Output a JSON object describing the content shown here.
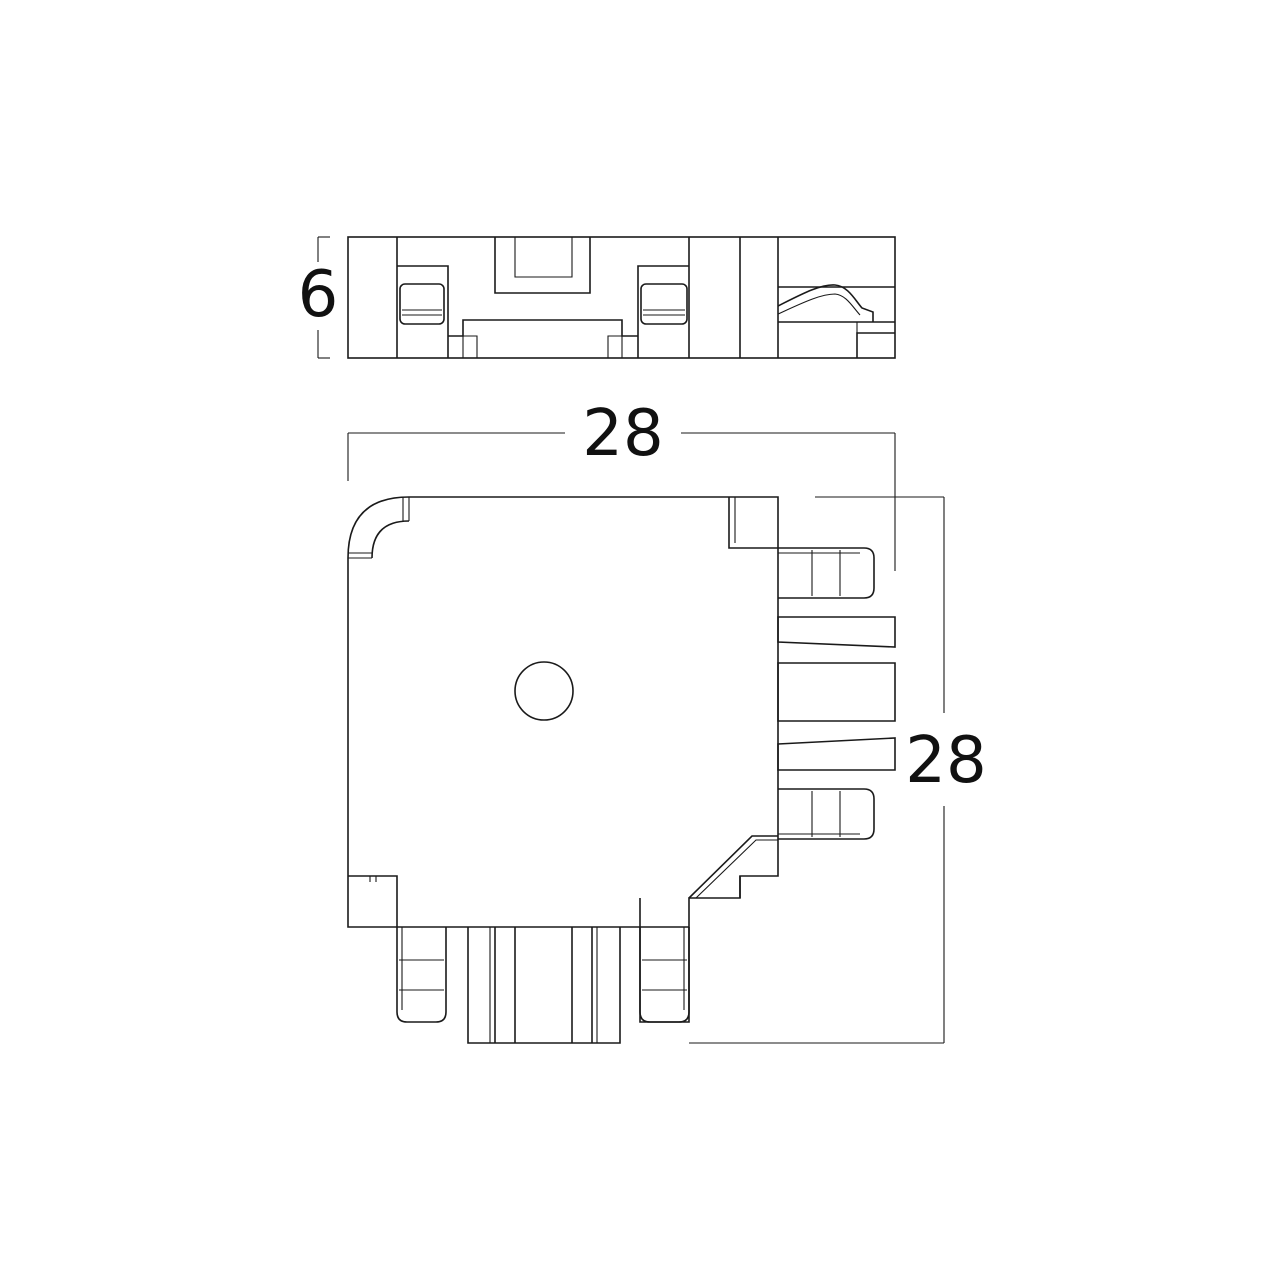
{
  "dimensions": {
    "height": "6",
    "width": "28",
    "depth": "28"
  }
}
